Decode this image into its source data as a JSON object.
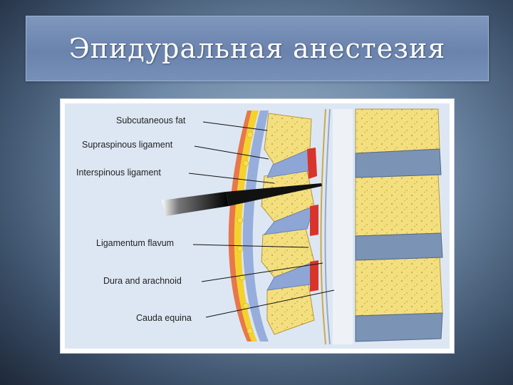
{
  "slide": {
    "title": "Эпидуральная анестезия"
  },
  "figure": {
    "labels": {
      "subcutaneous_fat": "Subcutaneous fat",
      "supraspinous_ligament": "Supraspinous ligament",
      "interspinous_ligament": "Interspinous ligament",
      "ligamentum_flavum": "Ligamentum flavum",
      "dura_and_arachnoid": "Dura and arachnoid",
      "cauda_equina": "Cauda equina"
    }
  },
  "colors": {
    "bone": "#f2dd7a",
    "bone_dark": "#d9bd4a",
    "disc": "#7b93b4",
    "ligament": "#8fa6d8",
    "skin": "#e8774a",
    "fat": "#f4d22e",
    "red": "#d9342b",
    "needle": "#111111"
  }
}
